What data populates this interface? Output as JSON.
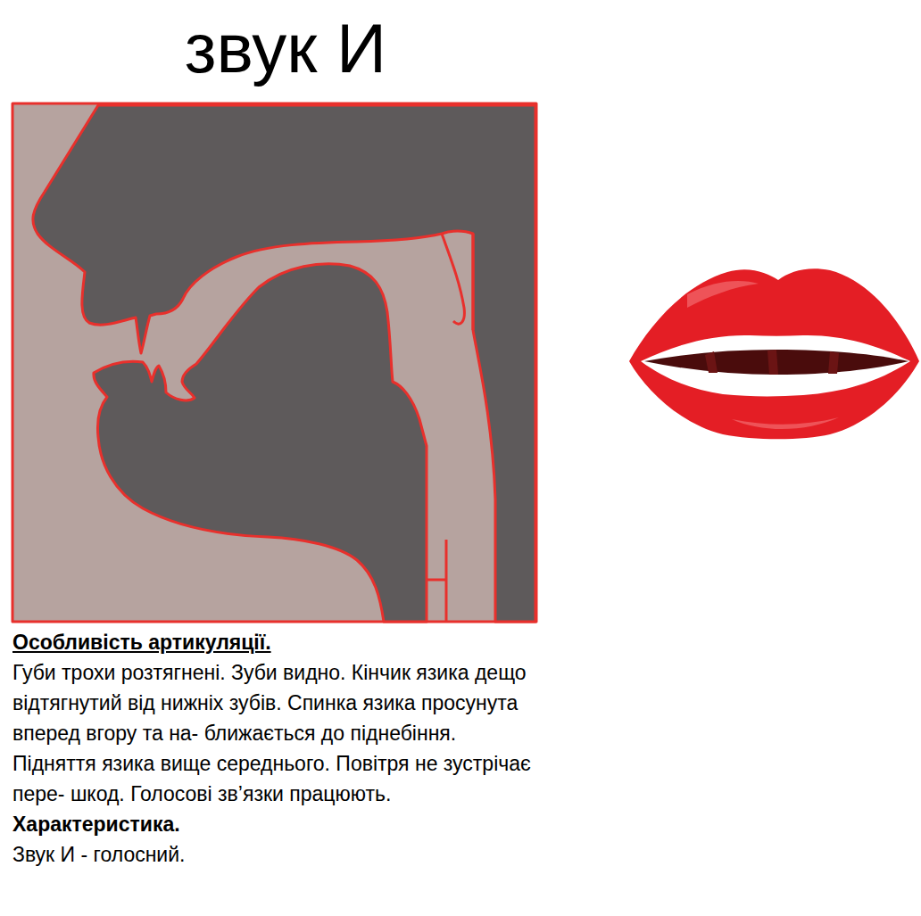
{
  "diagram": {
    "title": "звук И",
    "labels": [
      "Особливість артикуляції.",
      "Губи трохи розтягнені. Зуби видно. Кінчик язика дещо відтягнутий від нижніх зубів. Спинка язика просунута вперед вгору та на- ближається до піднебіння. Підняття язика вище середнього. Повітря не зустрічає пере- шкод. Голосові зв’язки працюють.",
      "Характеристика.",
      "Звук И - голосний."
    ]
  }
}
